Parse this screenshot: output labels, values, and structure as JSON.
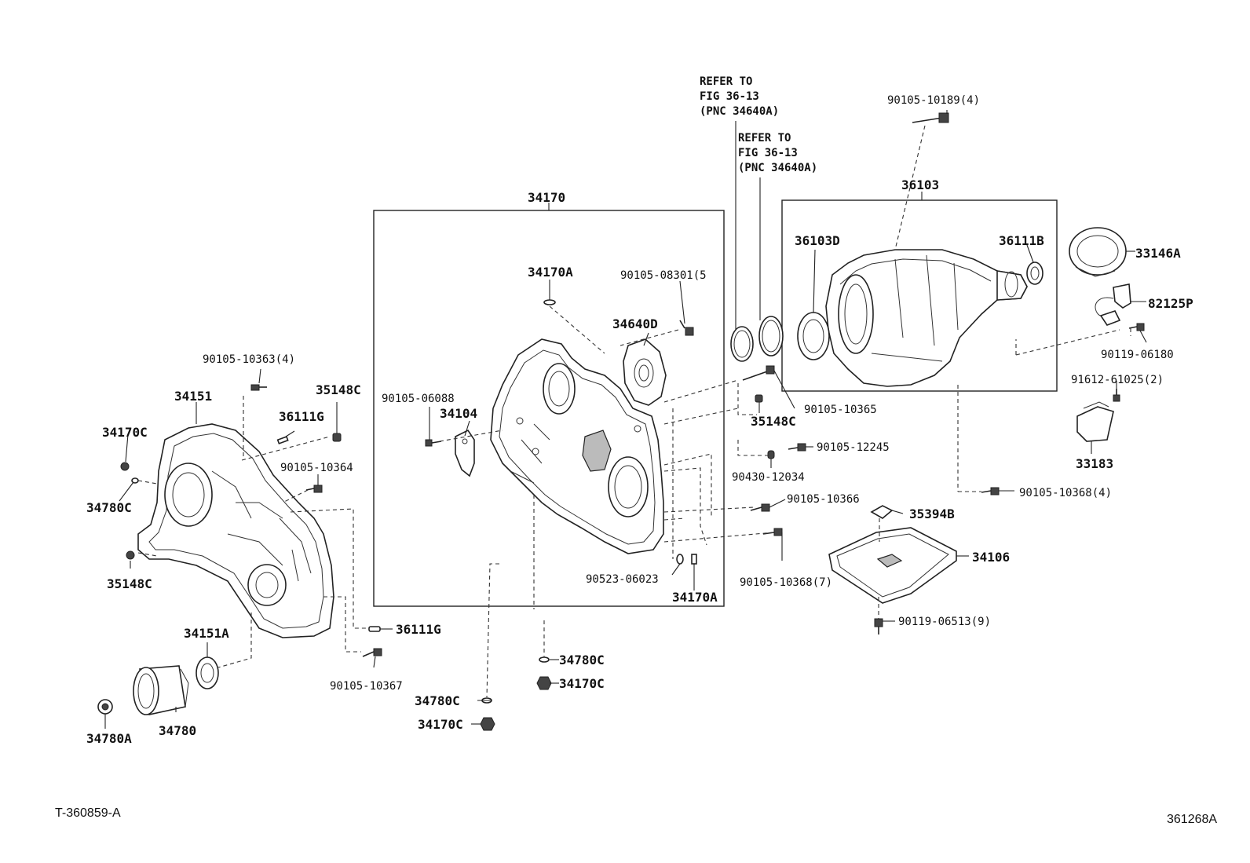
{
  "labels": {
    "p34170": "34170",
    "p34170A_top": "34170A",
    "p90105_08301": "90105-08301(5",
    "p34640D": "34640D",
    "p90105_06088": "90105-06088",
    "p34104": "34104",
    "p90523_06023": "90523-06023",
    "p34170A_bot": "34170A",
    "p90105_10363": "90105-10363(4)",
    "p34151": "34151",
    "p35148C_top": "35148C",
    "p36111G_top": "36111G",
    "p34170C_left": "34170C",
    "p90105_10364": "90105-10364",
    "p34780C_left": "34780C",
    "p35148C_left": "35148C",
    "p34151A": "34151A",
    "p36111G_bot": "36111G",
    "p90105_10367": "90105-10367",
    "p34780A": "34780A",
    "p34780": "34780",
    "p34780C_mid": "34780C",
    "p34170C_mid": "34170C",
    "p34780C_low": "34780C",
    "p34170C_low": "34170C",
    "ref1_l1": "REFER TO",
    "ref1_l2": "FIG 36-13",
    "ref1_l3": "(PNC 34640A)",
    "ref2_l1": "REFER TO",
    "ref2_l2": "FIG 36-13",
    "ref2_l3": "(PNC 34640A)",
    "p90105_10189": "90105-10189(4)",
    "p36103": "36103",
    "p36103D": "36103D",
    "p36111B": "36111B",
    "p33146A": "33146A",
    "p82125P": "82125P",
    "p90119_06180": "90119-06180",
    "p91612_61025": "91612-61025(2)",
    "p33183": "33183",
    "p90105_10365": "90105-10365",
    "p35148C_right": "35148C",
    "p90105_12245": "90105-12245",
    "p90430_12034": "90430-12034",
    "p90105_10366": "90105-10366",
    "p90105_10368_4": "90105-10368(4)",
    "p35394B": "35394B",
    "p34106": "34106",
    "p90105_10368_7": "90105-10368(7)",
    "p90119_06513": "90119-06513(9)"
  },
  "footer": {
    "left_code": "T-360859-A",
    "right_code": "361268A"
  }
}
